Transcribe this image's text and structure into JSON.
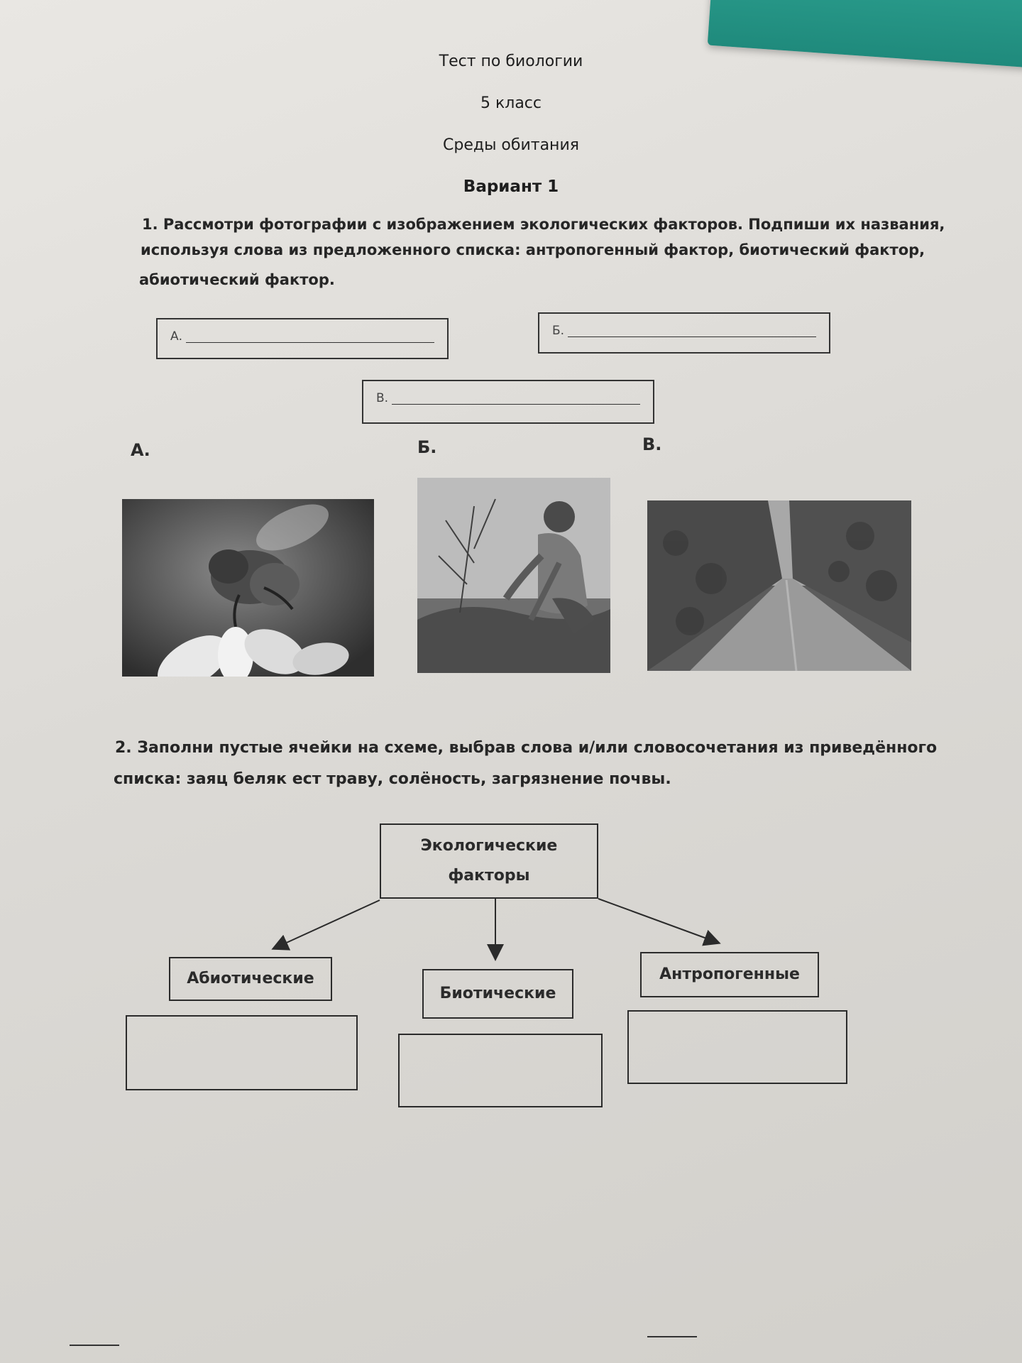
{
  "header": {
    "title": "Тест по биологии",
    "grade": "5 класс",
    "topic": "Среды обитания",
    "variant": "Вариант 1"
  },
  "question1": {
    "text_line1": "1. Рассмотри фотографии с изображением экологических факторов. Подпиши их названия,",
    "text_line2": "используя слова из предложенного списка: антропогенный фактор, биотический фактор,",
    "text_line3": "абиотический фактор.",
    "answer_labels": [
      "А.",
      "Б.",
      "В."
    ],
    "photo_labels": [
      "А.",
      "Б.",
      "В."
    ],
    "photos": [
      {
        "icon": "bee-on-flower-photo"
      },
      {
        "icon": "woman-planting-tree-photo"
      },
      {
        "icon": "forest-road-photo"
      }
    ]
  },
  "question2": {
    "text_line1": "2. Заполни пустые ячейки на схеме, выбрав слова и/или словосочетания из приведённого",
    "text_line2": "списка: заяц беляк ест траву, солёность, загрязнение почвы.",
    "diagram": {
      "root_line1": "Экологические",
      "root_line2": "факторы",
      "categories": [
        "Абиотические",
        "Биотические",
        "Антропогенные"
      ]
    }
  }
}
